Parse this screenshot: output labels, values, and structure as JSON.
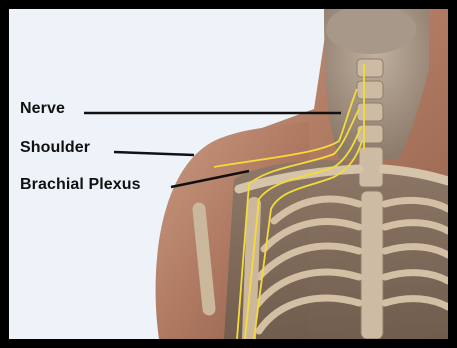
{
  "labels": {
    "nerve": "Nerve",
    "shoulder": "Shoulder",
    "brachial_plexus": "Brachial Plexus"
  },
  "colors": {
    "background": "#eef3fa",
    "border": "#000000",
    "skin": "#b7836a",
    "bone": "#c9b59a",
    "nerve": "#f2dc3a",
    "leader_line": "#111111"
  }
}
